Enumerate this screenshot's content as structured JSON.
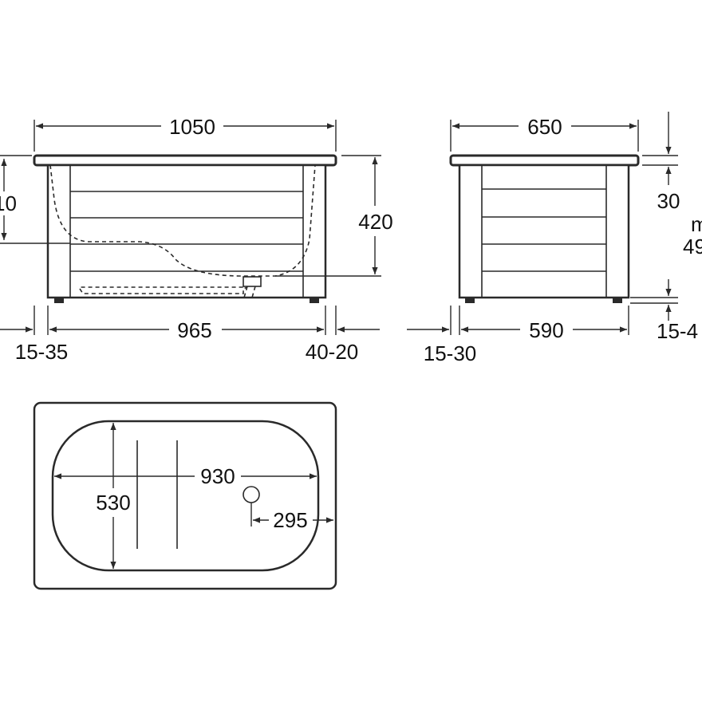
{
  "front_view": {
    "overall_length": "1050",
    "panel_length": "965",
    "height": "420",
    "cut_height": "10",
    "left_offset": "15-35",
    "right_offset": "40-20"
  },
  "side_view": {
    "overall_width": "650",
    "panel_width": "590",
    "rim": "30",
    "max_label": "m",
    "max_height_partial": "49",
    "left_offset": "15-30",
    "foot_partial": "15-4"
  },
  "top_view": {
    "inner_length": "930",
    "inner_width": "530",
    "drain_offset": "295"
  },
  "colors": {
    "line": "#2a2a2a",
    "background": "#ffffff"
  }
}
